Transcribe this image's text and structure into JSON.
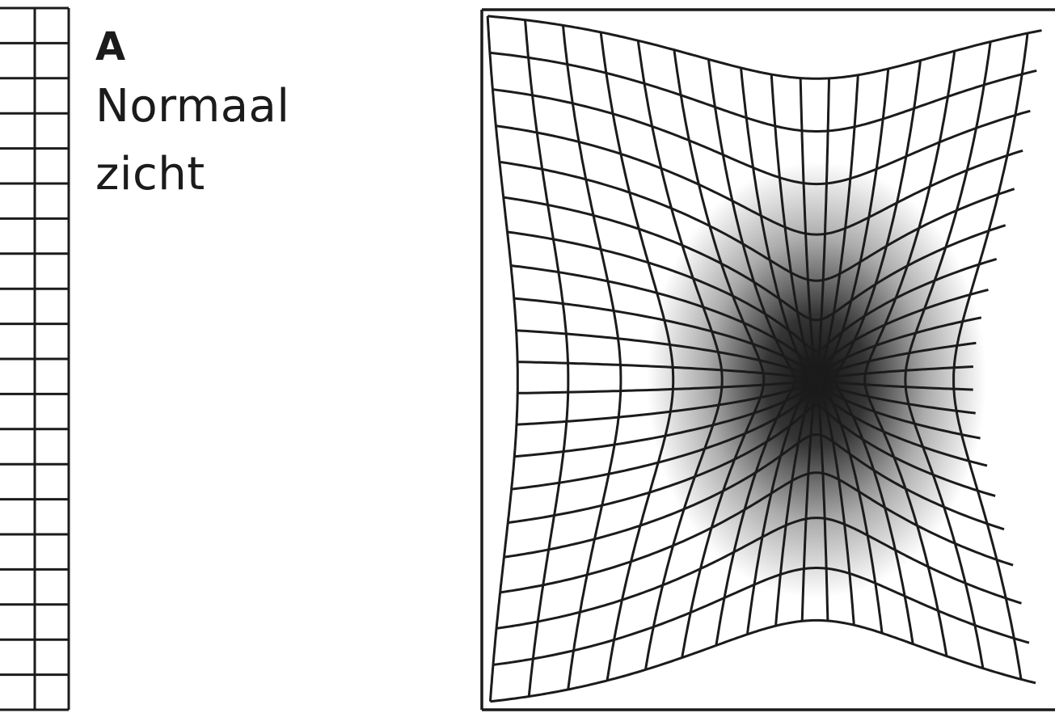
{
  "panels": [
    {
      "letter": "A",
      "caption_lines": [
        "Normaal",
        "zicht"
      ],
      "grid": "regular"
    },
    {
      "letter": "",
      "caption_lines": [],
      "grid": "distorted-with-central-dark-spot"
    }
  ],
  "colors": {
    "background": "#ffffff",
    "grid_line": "#1b1b1b",
    "spot": "#111111"
  }
}
